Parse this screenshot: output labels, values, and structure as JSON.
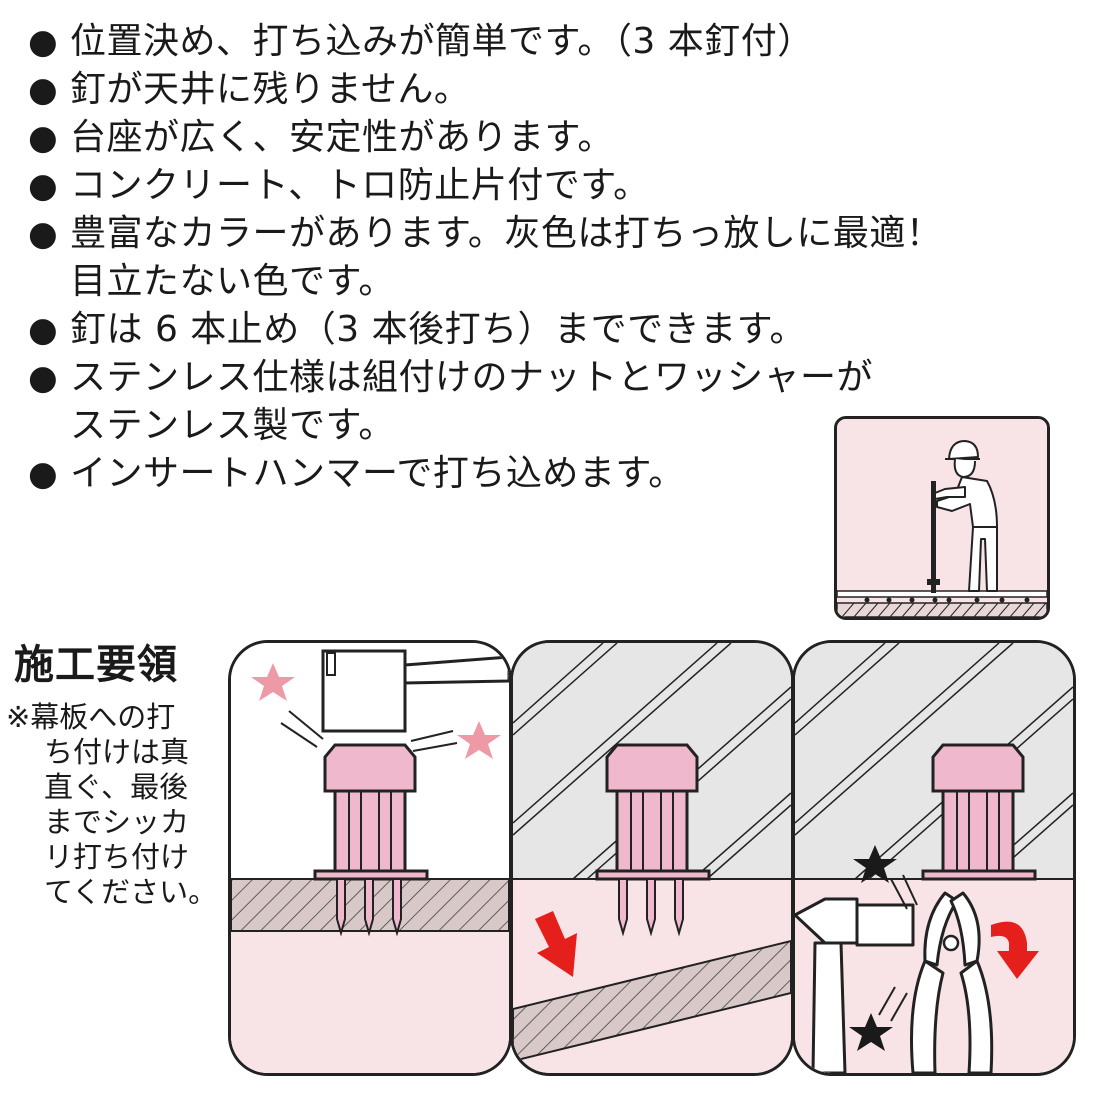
{
  "features": [
    {
      "bullet": "●",
      "lines": [
        "位置決め、打ち込みが簡単です。（3 本釘付）"
      ]
    },
    {
      "bullet": "●",
      "lines": [
        "釘が天井に残りません。"
      ]
    },
    {
      "bullet": "●",
      "lines": [
        "台座が広く、安定性があります。"
      ]
    },
    {
      "bullet": "●",
      "lines": [
        "コンクリート、トロ防止片付です。"
      ]
    },
    {
      "bullet": "●",
      "lines": [
        "豊富なカラーがあります。灰色は打ちっ放しに最適！",
        "目立たない色です。"
      ]
    },
    {
      "bullet": "●",
      "lines": [
        "釘は 6 本止め（3 本後打ち）までできます。"
      ]
    },
    {
      "bullet": "●",
      "lines": [
        "ステンレス仕様は組付けのナットとワッシャーが",
        "ステンレス製です。"
      ]
    },
    {
      "bullet": "●",
      "lines": [
        "インサートハンマーで打ち込めます。"
      ]
    }
  ],
  "procedure": {
    "title": "施工要領",
    "note_lines": [
      "※幕板への打",
      "ち付けは真",
      "直ぐ、最後",
      "までシッカ",
      "リ打ち付け",
      "てください。"
    ]
  },
  "colors": {
    "pink_light": "#f8e4e6",
    "pink_part": "#efb8cc",
    "pink_star": "#ee9aa6",
    "red_arrow": "#e5201c",
    "outline": "#222222"
  }
}
